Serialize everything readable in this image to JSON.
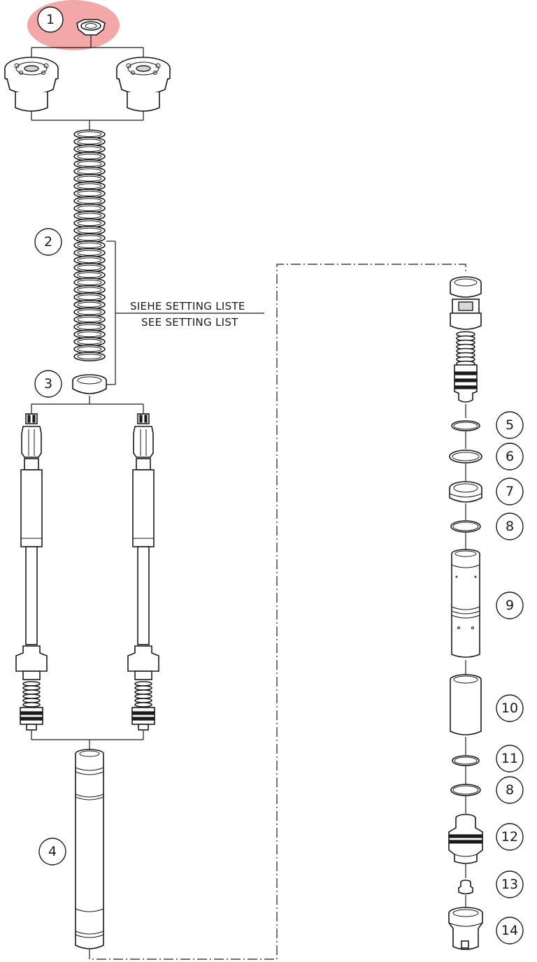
{
  "callouts": [
    {
      "label": "1",
      "highlighted": true
    },
    {
      "label": "2"
    },
    {
      "label": "3"
    },
    {
      "label": "4"
    },
    {
      "label": "5"
    },
    {
      "label": "6"
    },
    {
      "label": "7"
    },
    {
      "label": "8"
    },
    {
      "label": "9"
    },
    {
      "label": "10"
    },
    {
      "label": "11"
    },
    {
      "label": "8"
    },
    {
      "label": "12"
    },
    {
      "label": "13"
    },
    {
      "label": "14"
    }
  ],
  "note": {
    "line1": "SIEHE SETTING LISTE",
    "line2": "SEE SETTING LIST"
  },
  "colors": {
    "highlight": "#f08a8a",
    "ink": "#1a1a1a"
  }
}
